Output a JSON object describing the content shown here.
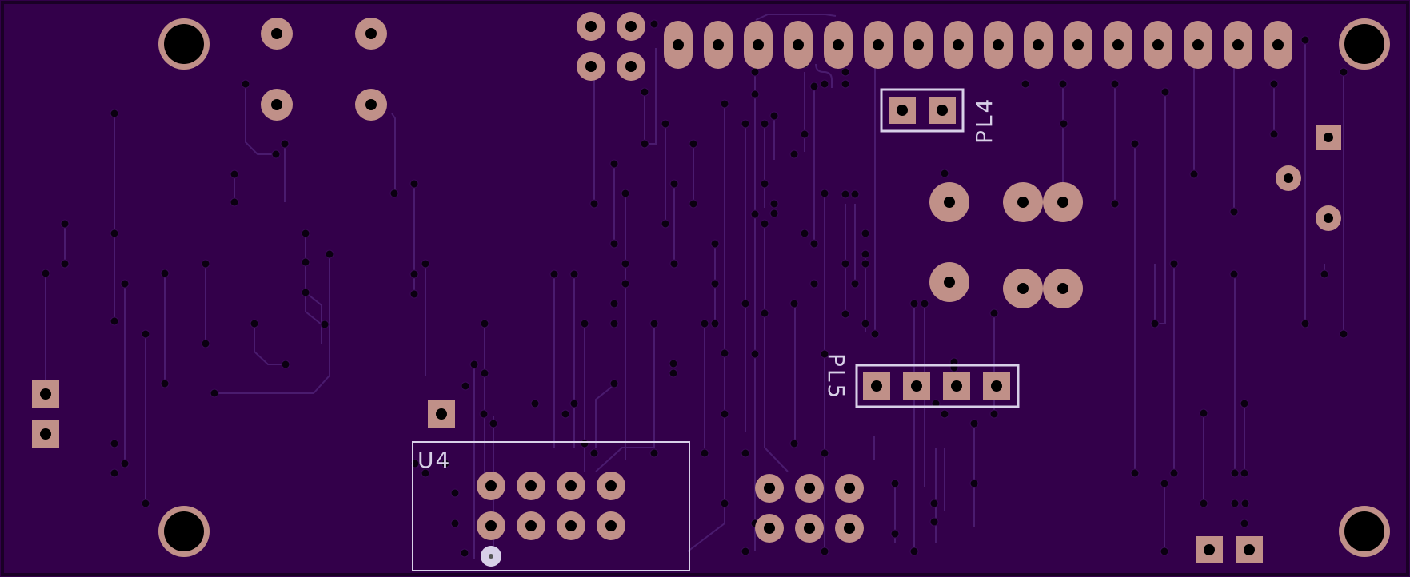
{
  "board": {
    "substrate_color": "#33004a",
    "edge_color": "#1a0026",
    "trace_color": "#4a1b6e",
    "pad_color": "#c09088",
    "hole_color": "#000000",
    "silk_color": "#d8d0e8",
    "via_color": "#0a0010"
  },
  "labels": {
    "pl4": "PL4",
    "pl5": "PL5",
    "u4": "U4"
  }
}
